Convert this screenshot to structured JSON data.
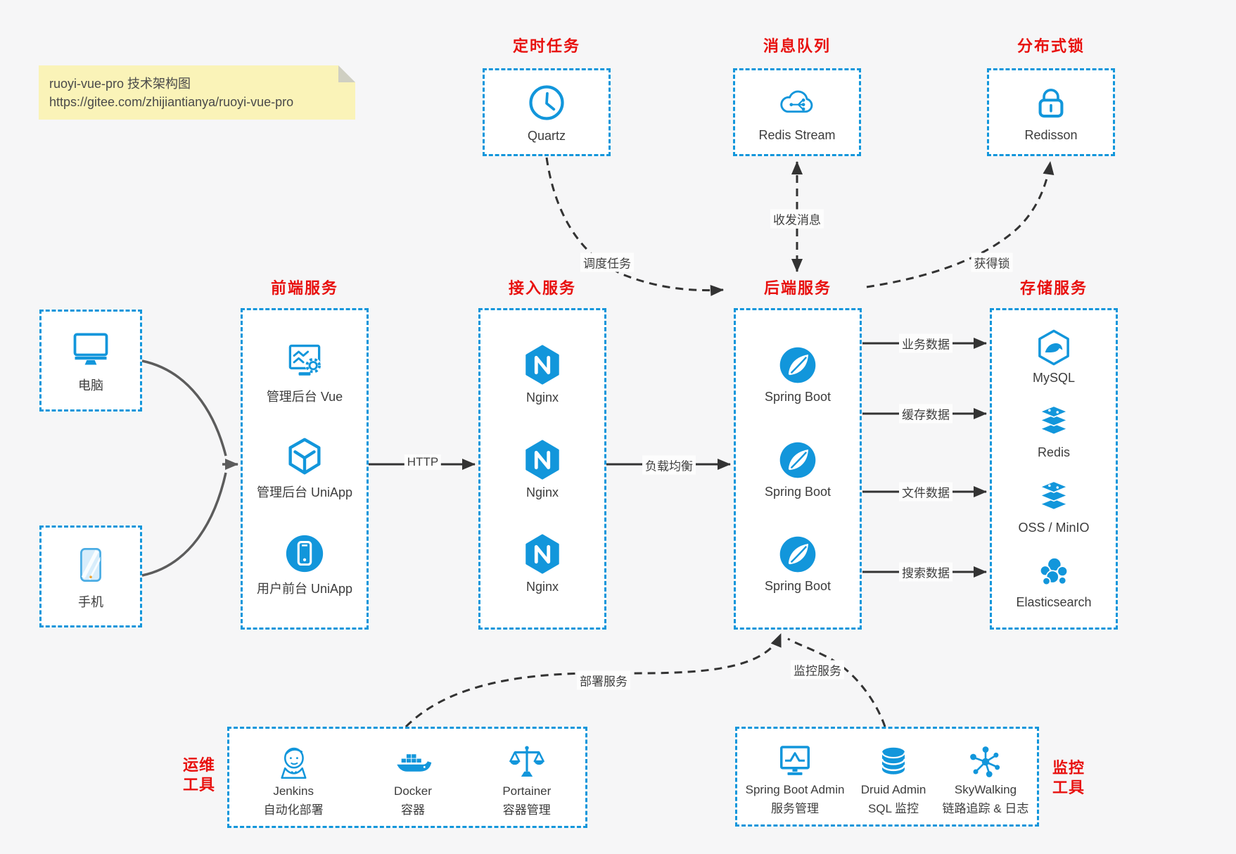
{
  "colors": {
    "accent_blue": "#1296db",
    "label_red": "#e8110f",
    "arrow_dark": "#333333",
    "arrow_gray": "#5c5c5c",
    "note_bg": "#faf3b8"
  },
  "note": {
    "line1": "ruoyi-vue-pro 技术架构图",
    "line2": "https://gitee.com/zhijiantianya/ruoyi-vue-pro"
  },
  "top_groups": [
    {
      "label": "定时任务",
      "item": {
        "name": "Quartz",
        "icon": "clock-icon"
      }
    },
    {
      "label": "消息队列",
      "item": {
        "name": "Redis Stream",
        "icon": "redis-stream-cloud-icon"
      }
    },
    {
      "label": "分布式锁",
      "item": {
        "name": "Redisson",
        "icon": "lock-icon"
      }
    }
  ],
  "clients": [
    {
      "label": "电脑",
      "icon": "desktop-icon"
    },
    {
      "label": "手机",
      "icon": "phone-icon"
    }
  ],
  "columns": [
    {
      "label": "前端服务",
      "items": [
        {
          "label": "管理后台 Vue",
          "icon": "admin-vue-icon"
        },
        {
          "label": "管理后台 UniApp",
          "icon": "uniapp-cube-icon"
        },
        {
          "label": "用户前台 UniApp",
          "icon": "user-app-icon"
        }
      ]
    },
    {
      "label": "接入服务",
      "items": [
        {
          "label": "Nginx",
          "icon": "nginx-icon"
        },
        {
          "label": "Nginx",
          "icon": "nginx-icon"
        },
        {
          "label": "Nginx",
          "icon": "nginx-icon"
        }
      ]
    },
    {
      "label": "后端服务",
      "items": [
        {
          "label": "Spring Boot",
          "icon": "spring-boot-icon"
        },
        {
          "label": "Spring Boot",
          "icon": "spring-boot-icon"
        },
        {
          "label": "Spring Boot",
          "icon": "spring-boot-icon"
        }
      ]
    },
    {
      "label": "存储服务",
      "items": [
        {
          "label": "MySQL",
          "icon": "mysql-icon"
        },
        {
          "label": "Redis",
          "icon": "redis-icon"
        },
        {
          "label": "OSS / MinIO",
          "icon": "oss-icon"
        },
        {
          "label": "Elasticsearch",
          "icon": "elasticsearch-icon"
        }
      ]
    }
  ],
  "edges": {
    "http": "HTTP",
    "load_balance": "负载均衡",
    "schedule": "调度任务",
    "message": "收发消息",
    "lock": "获得锁",
    "business": "业务数据",
    "cache": "缓存数据",
    "file": "文件数据",
    "search": "搜索数据",
    "deploy": "部署服务",
    "monitor": "监控服务"
  },
  "bottom_groups": [
    {
      "side_label": [
        "运维",
        "工具"
      ],
      "items": [
        {
          "name": "Jenkins",
          "desc": "自动化部署",
          "icon": "jenkins-icon"
        },
        {
          "name": "Docker",
          "desc": "容器",
          "icon": "docker-icon"
        },
        {
          "name": "Portainer",
          "desc": "容器管理",
          "icon": "portainer-icon"
        }
      ]
    },
    {
      "side_label": [
        "监控",
        "工具"
      ],
      "items": [
        {
          "name": "Spring Boot Admin",
          "desc": "服务管理",
          "icon": "spring-boot-admin-icon"
        },
        {
          "name": "Druid Admin",
          "desc": "SQL 监控",
          "icon": "druid-icon"
        },
        {
          "name": "SkyWalking",
          "desc": "链路追踪 & 日志",
          "icon": "skywalking-icon"
        }
      ]
    }
  ]
}
